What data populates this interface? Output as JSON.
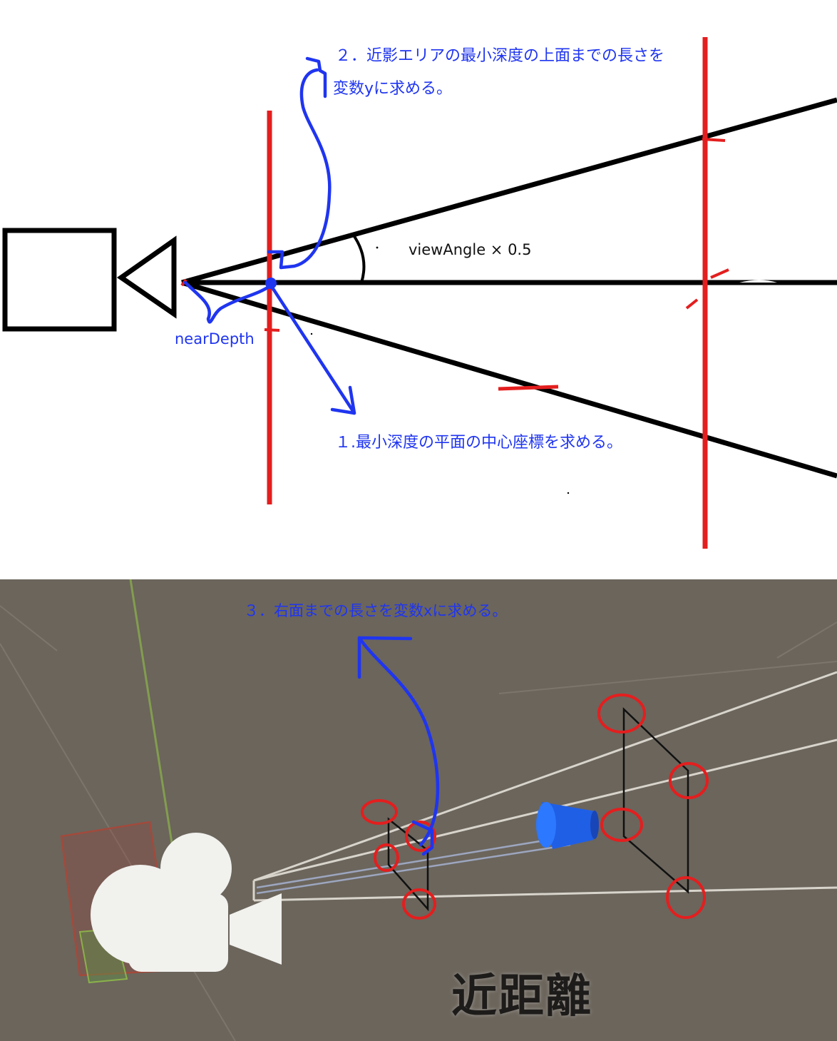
{
  "colors": {
    "frustum_line": "#000000",
    "depth_plane": "#e41e1e",
    "annotation": "#1f35f0",
    "scene_background": "#6b655c"
  },
  "top_diagram": {
    "notes": {
      "step2_line1": "２．近影エリアの最小深度の上面までの長さを",
      "step2_line2": "変数yに求める。",
      "step1": "１.最小深度の平面の中心座標を求める。"
    },
    "labels": {
      "view_angle": "viewAngle × 0.5",
      "near_depth": "nearDepth"
    }
  },
  "bottom_scene": {
    "note_step3": "３．右面までの長さを変数xに求める。",
    "caption": "近距離",
    "icons": [
      "camera-icon",
      "direction-cone-icon"
    ]
  }
}
